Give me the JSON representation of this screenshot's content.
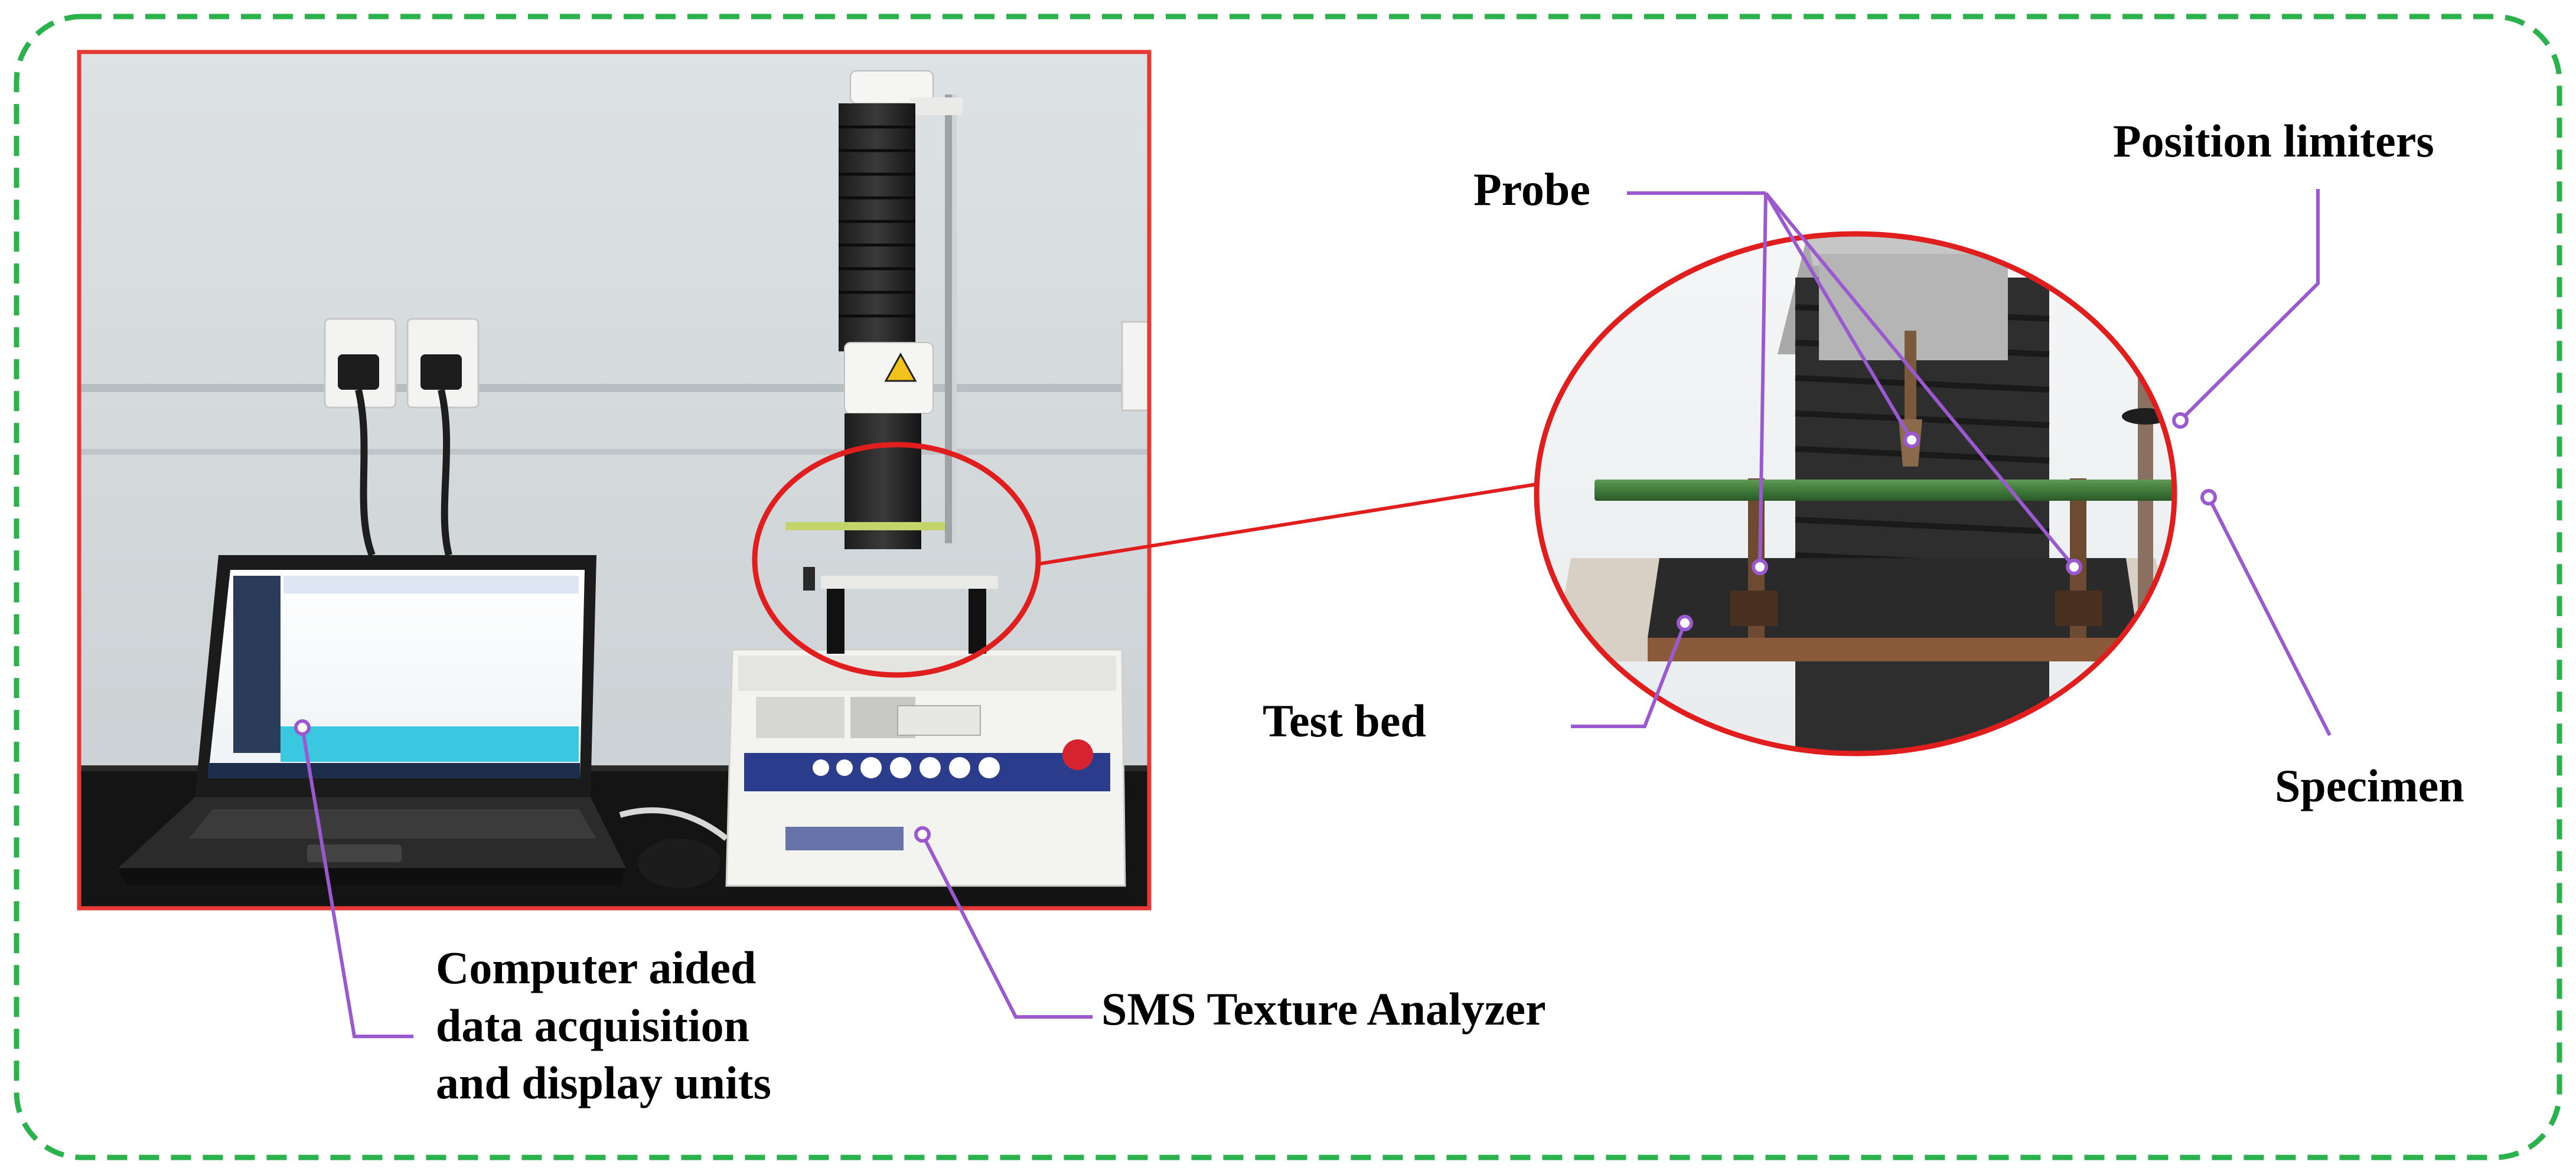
{
  "labels": {
    "computer": [
      "Computer aided",
      "data acquisition",
      "and display units"
    ],
    "sms": "SMS Texture Analyzer",
    "probe": "Probe",
    "position_limiters": "Position limiters",
    "test_bed": "Test bed",
    "specimen": "Specimen"
  },
  "colors": {
    "frame_border": "#2bb24c",
    "photo_border": "#e53935",
    "zoom_ellipse": "#e01e1e",
    "callout_line": "#9b59d0",
    "specimen_rod": "#3f7a3a"
  }
}
